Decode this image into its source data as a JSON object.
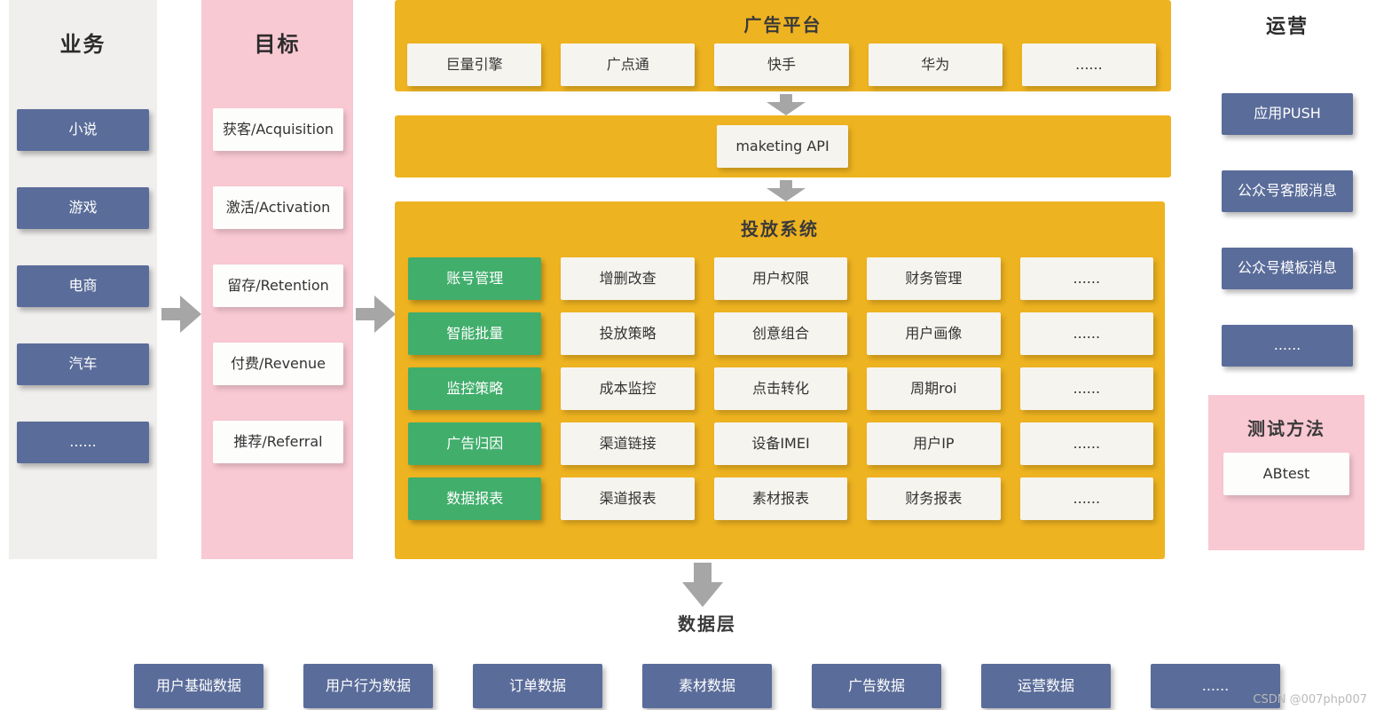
{
  "business": {
    "title": "业务",
    "items": [
      "小说",
      "游戏",
      "电商",
      "汽车",
      "......"
    ]
  },
  "goals": {
    "title": "目标",
    "items": [
      "获客/Acquisition",
      "激活/Activation",
      "留存/Retention",
      "付费/Revenue",
      "推荐/Referral"
    ]
  },
  "ad_platform": {
    "title": "广告平台",
    "items": [
      "巨量引擎",
      "广点通",
      "快手",
      "华为",
      "......"
    ]
  },
  "api": {
    "label": "maketing API"
  },
  "delivery_system": {
    "title": "投放系统",
    "rows": [
      [
        "账号管理",
        "增删改查",
        "用户权限",
        "财务管理",
        "......"
      ],
      [
        "智能批量",
        "投放策略",
        "创意组合",
        "用户画像",
        "......"
      ],
      [
        "监控策略",
        "成本监控",
        "点击转化",
        "周期roi",
        "......"
      ],
      [
        "广告归因",
        "渠道链接",
        "设备IMEI",
        "用户IP",
        "......"
      ],
      [
        "数据报表",
        "渠道报表",
        "素材报表",
        "财务报表",
        "......"
      ]
    ]
  },
  "data_layer": {
    "title": "数据层",
    "items": [
      "用户基础数据",
      "用户行为数据",
      "订单数据",
      "素材数据",
      "广告数据",
      "运营数据",
      "......"
    ]
  },
  "operations": {
    "title": "运营",
    "items": [
      "应用PUSH",
      "公众号客服消息",
      "公众号模板消息",
      "......"
    ]
  },
  "test_method": {
    "title": "测试方法",
    "label": "ABtest"
  },
  "watermark": "CSDN @007php007",
  "colors": {
    "yellow": "#EEB320",
    "pink": "#F8C8D3",
    "blue_gray": "#5A6C99",
    "green": "#41AE6C",
    "panel_gray": "#F0EFED",
    "arrow_gray": "#A6A6A6"
  }
}
